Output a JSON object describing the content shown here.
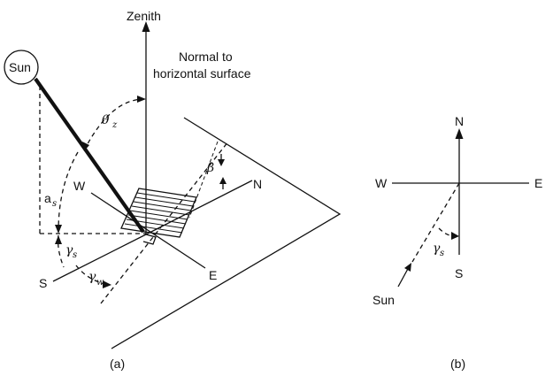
{
  "panel_a": {
    "caption": "(a)",
    "sun_label": "Sun",
    "zenith_label": "Zenith",
    "normal_label_line1": "Normal to",
    "normal_label_line2": "horizontal surface",
    "theta_symbol": "θ",
    "theta_sub": "z",
    "alpha_symbol": "a",
    "alpha_sub": "s",
    "gamma_s_symbol": "γ",
    "gamma_s_sub": "s",
    "gamma_w_symbol": "γ",
    "gamma_w_sub": "w",
    "beta_symbol": "β",
    "west_label": "W",
    "north_label": "N",
    "east_label": "E",
    "south_label": "S"
  },
  "panel_b": {
    "caption": "(b)",
    "north_label": "N",
    "west_label": "W",
    "east_label": "E",
    "south_label": "S",
    "sun_label": "Sun",
    "gamma_s_symbol": "γ",
    "gamma_s_sub": "s"
  },
  "colors": {
    "ink": "#111111",
    "background": "#ffffff"
  }
}
